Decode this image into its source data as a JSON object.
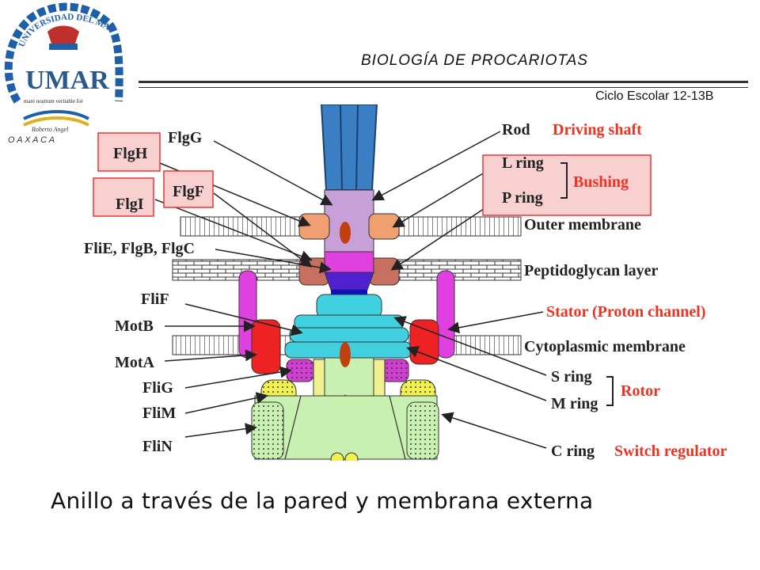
{
  "header": {
    "title": "BIOLOGÍA DE PROCARIOTAS",
    "cycle": "Ciclo Escolar 12-13B"
  },
  "logo": {
    "arc_text": "UNIVERSIDAD DEL MAR",
    "monogram": "UMAR",
    "motto": "mare nostrum veritable for",
    "signature": "Roberto Angel",
    "place": "O A X A C A"
  },
  "diagram": {
    "labels_left": {
      "flgg": "FlgG",
      "flgh": "FlgH",
      "flgf": "FlgF",
      "flgi": "FlgI",
      "flie_flgb_flgc": "FliE, FlgB, FlgC",
      "flif": "FliF",
      "motb": "MotB",
      "mota": "MotA",
      "flig": "FliG",
      "flim": "FliM",
      "flin": "FliN"
    },
    "labels_right": {
      "rod": "Rod",
      "driving_shaft": "Driving shaft",
      "l_ring": "L ring",
      "p_ring": "P ring",
      "bushing": "Bushing",
      "outer_membrane": "Outer membrane",
      "peptidoglycan_layer": "Peptidoglycan layer",
      "stator": "Stator (Proton channel)",
      "cytoplasmic_membrane": "Cytoplasmic membrane",
      "s_ring": "S ring",
      "m_ring": "M ring",
      "rotor": "Rotor",
      "c_ring": "C ring",
      "switch_regulator": "Switch regulator"
    },
    "colors": {
      "rod": "#c8a0d8",
      "hook": "#3a7fc4",
      "l_ring": "#f0a070",
      "p_ring": "#c87060",
      "basal": "#e040e0",
      "stator": "#ee2222",
      "ms_ring": "#40d0e0",
      "c_ring": "#c8f0b0",
      "flim": "#f0f050",
      "highlight_box": "#ee3333",
      "red_label": "#ee3322"
    }
  },
  "caption": "Anillo a través de la pared y membrana externa"
}
